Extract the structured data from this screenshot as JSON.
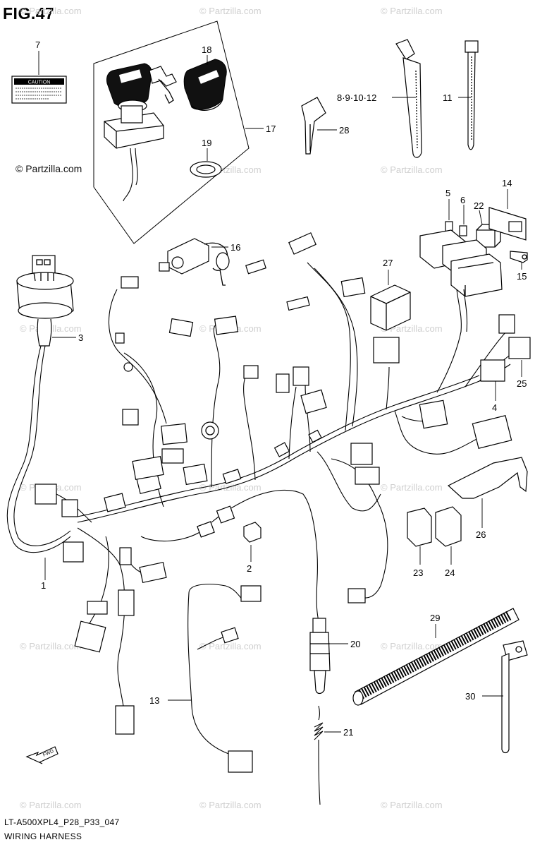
{
  "figure": {
    "title": "FIG.47",
    "copyright": "© Partzilla.com",
    "watermark": "© Partzilla.com",
    "caption_code": "LT-A500XPL4_P28_P33_047",
    "caption_name": "WIRING HARNESS",
    "fwd_label": "FWD",
    "caution_label": "CAUTION"
  },
  "callouts": {
    "c1": "1",
    "c2": "2",
    "c3": "3",
    "c4": "4",
    "c5": "5",
    "c6": "6",
    "c7": "7",
    "c8": "8·9·10·12",
    "c11": "11",
    "c13": "13",
    "c14": "14",
    "c15": "15",
    "c16": "16",
    "c17": "17",
    "c18": "18",
    "c19": "19",
    "c20": "20",
    "c21": "21",
    "c22": "22",
    "c23": "23",
    "c24": "24",
    "c25": "25",
    "c26": "26",
    "c27": "27",
    "c28": "28",
    "c29": "29",
    "c30": "30"
  }
}
